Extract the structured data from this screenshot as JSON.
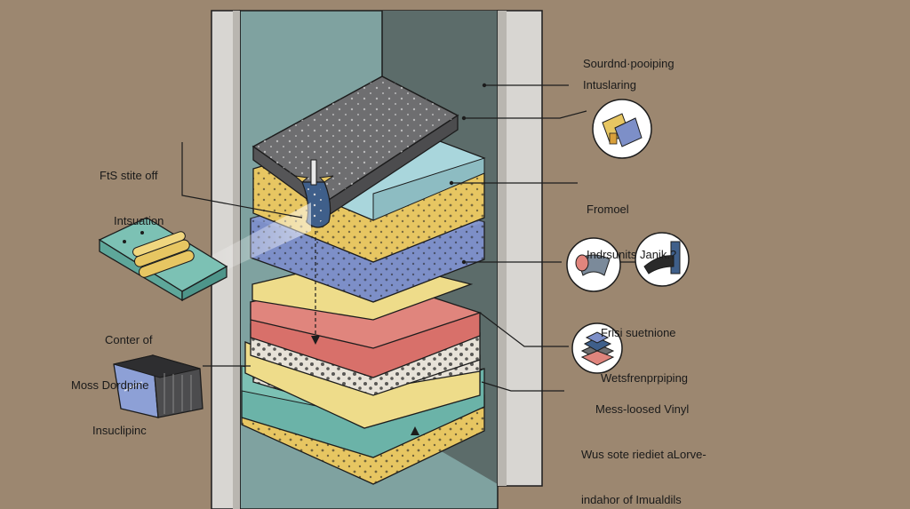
{
  "colors": {
    "background": "#9c8770",
    "wall": "#d8d6d2",
    "cavity": "#7fa2a0",
    "cavity_dark": "#5c6c6a",
    "concrete": "#6e6e70",
    "light_blue": "#a9d6dc",
    "yellow": "#e7c662",
    "blue_dotted": "#7d8fc8",
    "pale_yellow": "#eedc8a",
    "red": "#e0857d",
    "white_dotted": "#e7e2d8",
    "teal": "#6bb3a8",
    "line": "#1c1c1c"
  },
  "labels": {
    "soundproofing": "Sourdnd·pooiping",
    "insulating": "Intuslaring",
    "fls_title": "FtS stite off",
    "fls_sub": "Intsuation",
    "foam_title": "Fromoel",
    "foam_sub": "Indrsunits Janik.?",
    "center_title": "Conter of",
    "center_line2": "Moss Dordpine",
    "center_line3": "Insuclipinc",
    "fals_title": "Frlsi suetnione",
    "fals_sub": "Wetsfrenprpiping",
    "mlv_title": "Mess-loosed Vinyl",
    "mlv_line2": "Wus sote riediet aLorve-",
    "mlv_line3": "indahor of Imualdils"
  },
  "icons": [
    "foam-tube-icon",
    "pipe-insulation-icon",
    "bracket-icon",
    "vinyl-stack-icon",
    "rolled-insulation-block-icon",
    "acoustic-panel-icon"
  ]
}
